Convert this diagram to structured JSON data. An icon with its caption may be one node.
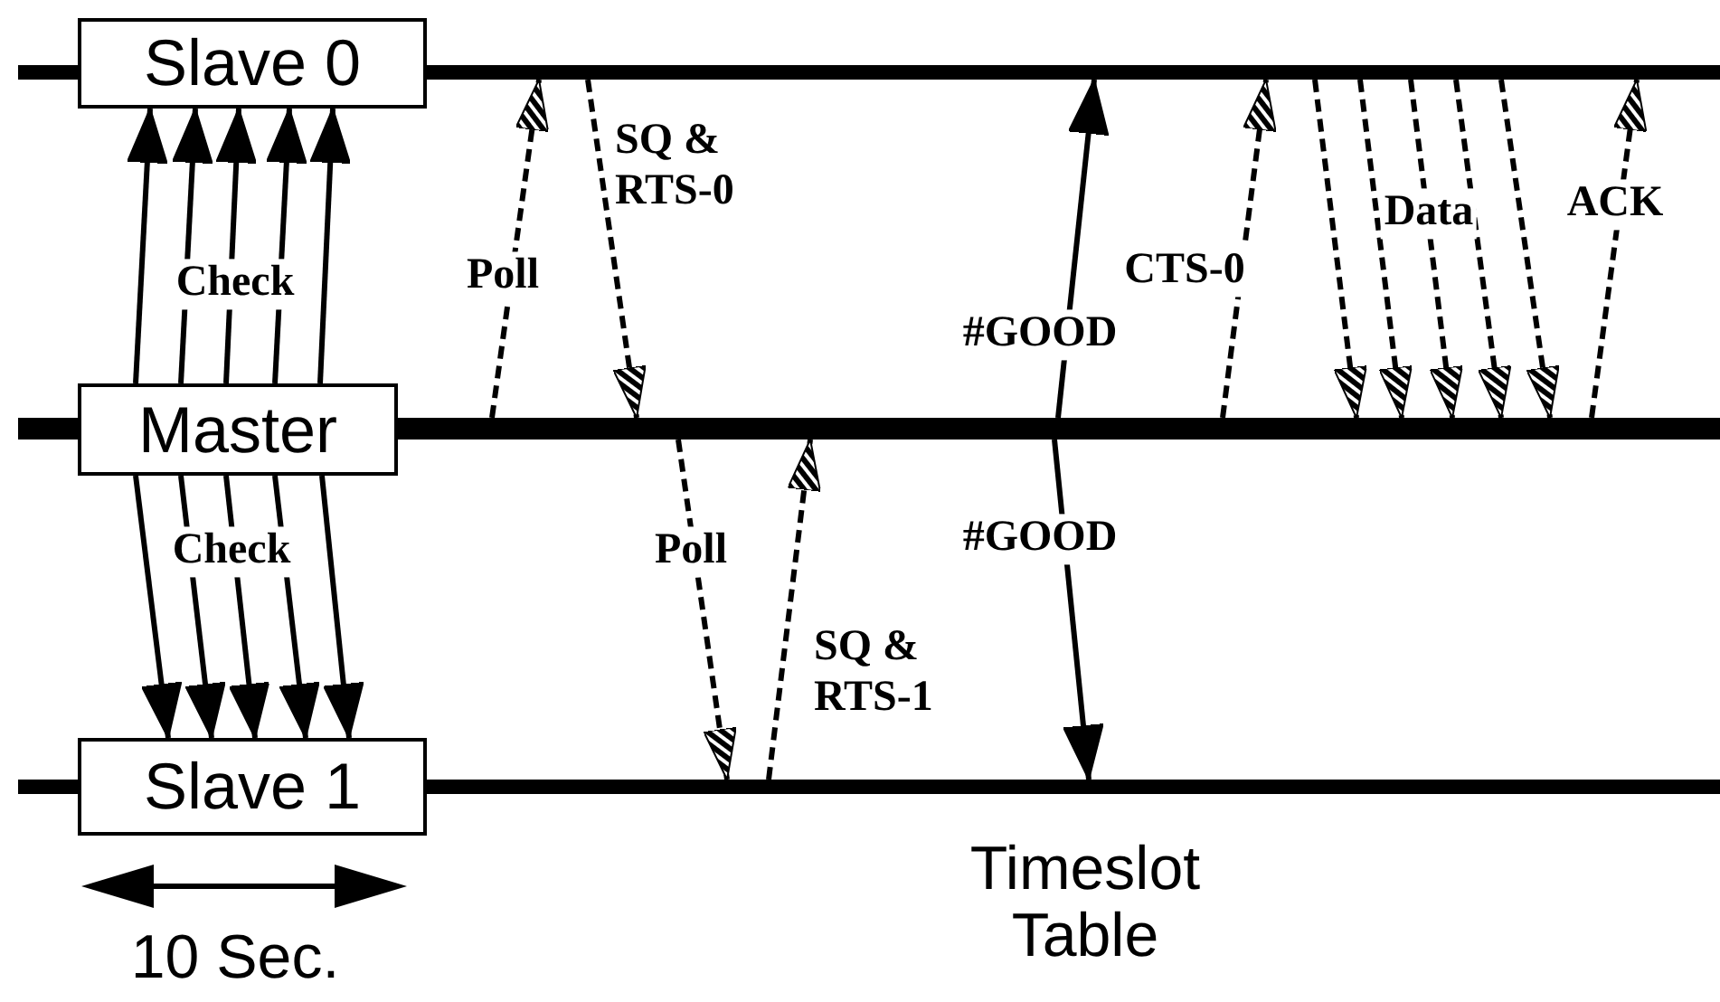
{
  "diagram": {
    "nodes": [
      {
        "text": [
          "Slave 0"
        ]
      },
      {
        "text": [
          "Master"
        ]
      },
      {
        "text": [
          "Slave 1"
        ]
      },
      {
        "text": [],
        "shape": "bar"
      },
      {
        "text": [],
        "shape": "bar"
      },
      {
        "text": [],
        "shape": "bar"
      }
    ],
    "edges": [
      {
        "from": 1,
        "to": 0,
        "arrow": "to"
      },
      {
        "from": 1,
        "to": 0,
        "arrow": "to"
      },
      {
        "from": 1,
        "to": 0,
        "arrow": "to",
        "label": "Check"
      },
      {
        "from": 1,
        "to": 0,
        "arrow": "to"
      },
      {
        "from": 1,
        "to": 0,
        "arrow": "to"
      },
      {
        "from": 1,
        "to": 2,
        "arrow": "to"
      },
      {
        "from": 1,
        "to": 2,
        "arrow": "to"
      },
      {
        "from": 1,
        "to": 2,
        "arrow": "to",
        "label": "Check"
      },
      {
        "from": 1,
        "to": 2,
        "arrow": "to"
      },
      {
        "from": 1,
        "to": 2,
        "arrow": "to"
      },
      {
        "from": 4,
        "to": 3,
        "arrow": "to",
        "label": "Poll",
        "style": "dashed"
      },
      {
        "from": 3,
        "to": 4,
        "arrow": "to",
        "label": "SQ & RTS-0",
        "style": "dashed"
      },
      {
        "from": 4,
        "to": 3,
        "arrow": "to",
        "label": "#GOOD"
      },
      {
        "from": 4,
        "to": 5,
        "arrow": "to",
        "label": "#GOOD"
      },
      {
        "from": 4,
        "to": 5,
        "arrow": "to",
        "label": "Poll",
        "style": "dashed"
      },
      {
        "from": 5,
        "to": 4,
        "arrow": "to",
        "label": "SQ & RTS-1",
        "style": "dashed"
      },
      {
        "from": 4,
        "to": 3,
        "arrow": "to",
        "label": "CTS-0",
        "style": "dashed"
      },
      {
        "from": 3,
        "to": 4,
        "arrow": "to",
        "style": "dashed"
      },
      {
        "from": 3,
        "to": 4,
        "arrow": "to",
        "style": "dashed"
      },
      {
        "from": 3,
        "to": 4,
        "arrow": "to",
        "label": "Data",
        "style": "dashed"
      },
      {
        "from": 3,
        "to": 4,
        "arrow": "to",
        "style": "dashed"
      },
      {
        "from": 3,
        "to": 4,
        "arrow": "to",
        "style": "dashed"
      },
      {
        "from": 4,
        "to": 3,
        "arrow": "to",
        "label": "ACK",
        "style": "dashed"
      }
    ],
    "labels": [
      "10 Sec.",
      "Timeslot Table"
    ]
  }
}
